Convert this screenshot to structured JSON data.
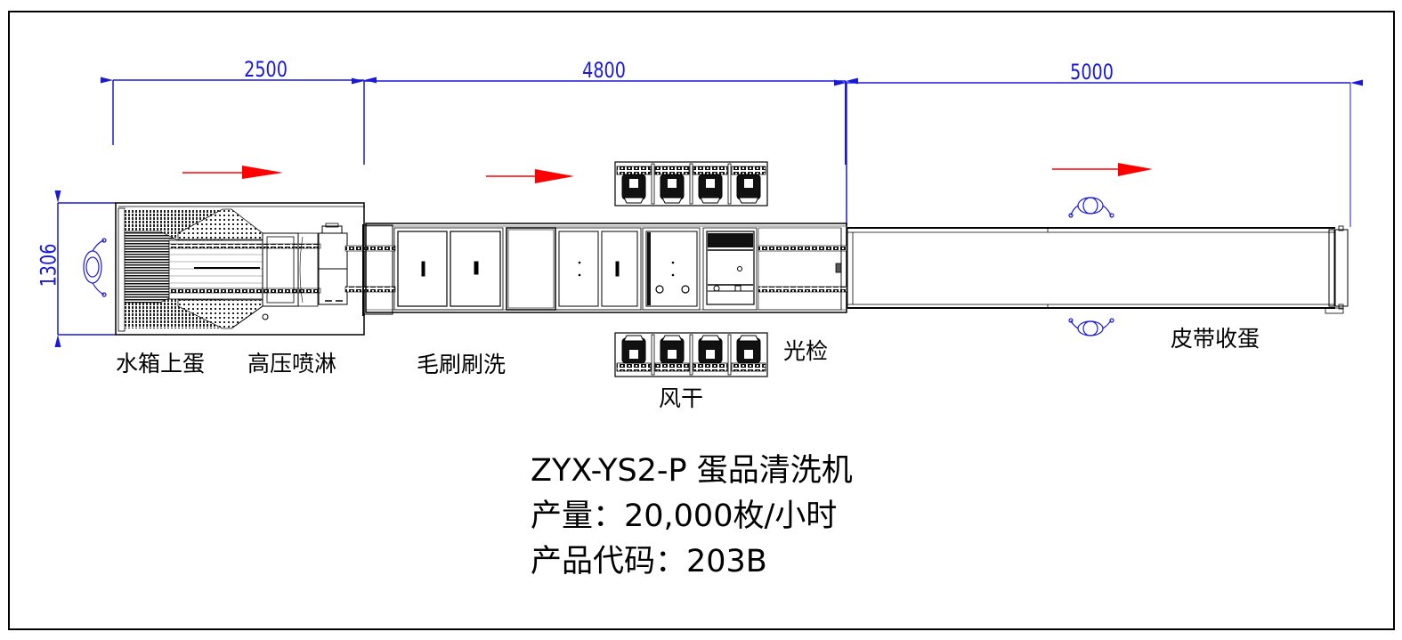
{
  "drawing": {
    "frame_color": "#000000",
    "dimension_color": "#1a1ad6",
    "flow_arrow_color": "#ff0000",
    "dimensions": {
      "section1": "2500",
      "section2": "4800",
      "section3": "5000",
      "width": "1306"
    },
    "stations": {
      "water_tank_loading": "水箱上蛋",
      "high_pressure_spray": "高压喷淋",
      "brush_washing": "毛刷刷洗",
      "air_drying": "风干",
      "light_inspection": "光检",
      "belt_collection": "皮带收蛋"
    }
  },
  "spec": {
    "model": "ZYX-YS2-P 蛋品清洗机",
    "capacity": "产量：20,000枚/小时",
    "product_code": "产品代码：203B"
  }
}
